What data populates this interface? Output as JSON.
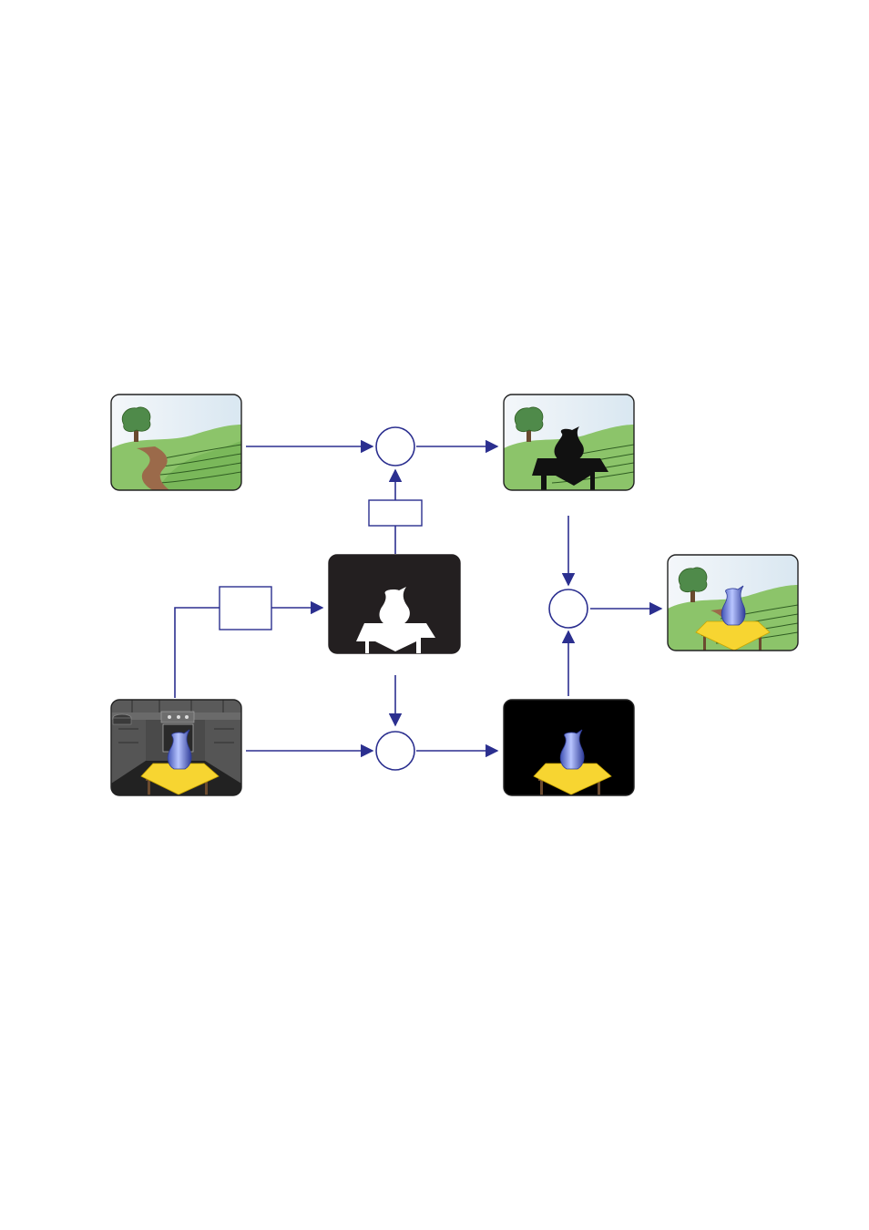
{
  "diagram": {
    "title": "",
    "images": {
      "background": "landscape-scene",
      "foreground": "kitchen-scene-with-vase",
      "matte": "vase-and-table-silhouette-matte",
      "background_masked": "landscape-with-black-silhouette",
      "foreground_masked": "vase-on-black",
      "composite": "vase-in-landscape"
    },
    "operators": {
      "op_top": "",
      "op_bottom": "",
      "op_right": "",
      "box_matte_invert": "",
      "box_matte_extract": ""
    },
    "colors": {
      "arrow": "#2b2f8f",
      "sky": "#e6eff6",
      "grass": "#8cc46a",
      "path": "#9b6a4a",
      "tree": "#4f8a4a",
      "vase": "#6a7fd6",
      "cloth": "#f7d531",
      "table": "#6b4a2f"
    }
  }
}
